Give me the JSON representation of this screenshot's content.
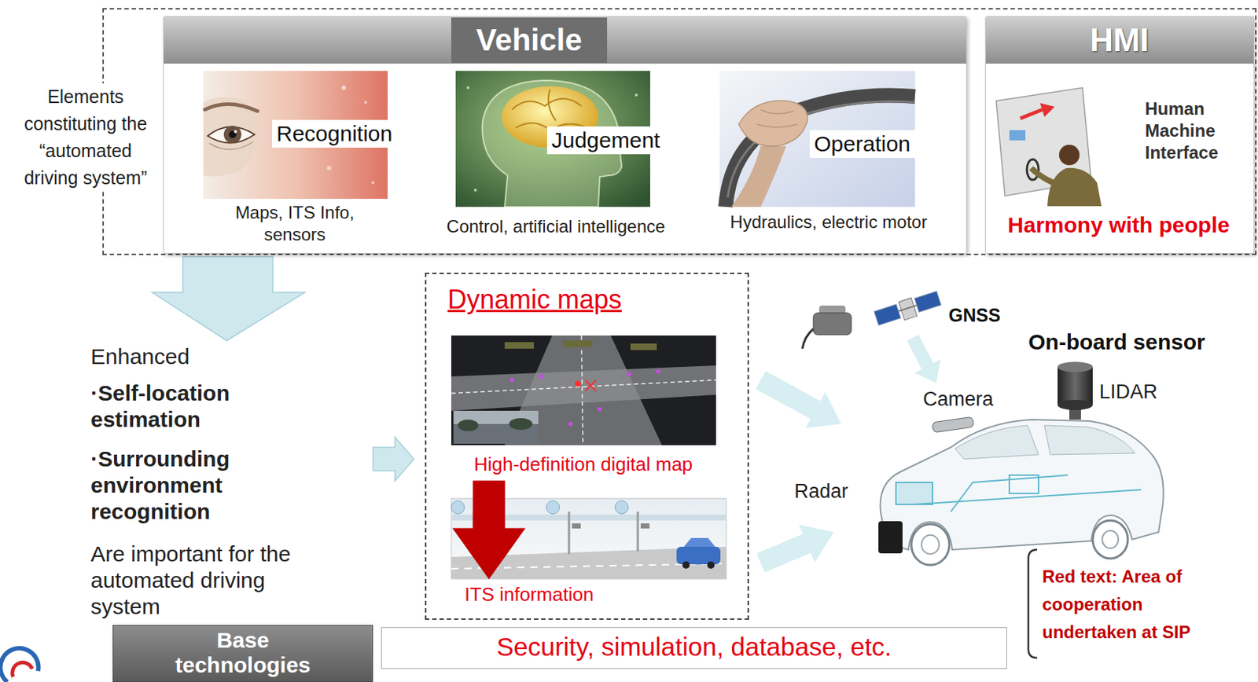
{
  "diagram": {
    "nodes": [
      {
        "text": [
          "Elements constituting the “automated driving system”"
        ]
      },
      {
        "text": [
          "Vehicle"
        ],
        "in": 0
      },
      {
        "text": [
          "Recognition",
          "Maps, ITS Info, sensors"
        ],
        "in": 1
      },
      {
        "text": [
          "Judgement",
          "Control, artificial intelligence"
        ],
        "in": 1
      },
      {
        "text": [
          "Operation",
          "Hydraulics, electric motor"
        ],
        "in": 1
      },
      {
        "text": [
          "HMI",
          "Human Machine Interface",
          "Harmony with people"
        ],
        "in": 0
      },
      {
        "text": [
          "Dynamic maps"
        ]
      },
      {
        "text": [
          "High-definition digital map"
        ],
        "in": 6
      },
      {
        "text": [
          "ITS information"
        ],
        "in": 6
      },
      {
        "text": [
          "Base technologies"
        ]
      },
      {
        "text": [
          "Security, simulation, database, etc."
        ]
      }
    ],
    "edges": [
      {
        "from": 7,
        "to": 8,
        "arrow": "to"
      }
    ],
    "labels": [
      "Enhanced",
      "·Self-location estimation",
      "·Surrounding environment recognition",
      "Are important for the automated driving system",
      "GNSS",
      "On-board sensor",
      "Camera",
      "LIDAR",
      "Radar",
      "Red text: Area of cooperation undertaken at SIP"
    ]
  }
}
